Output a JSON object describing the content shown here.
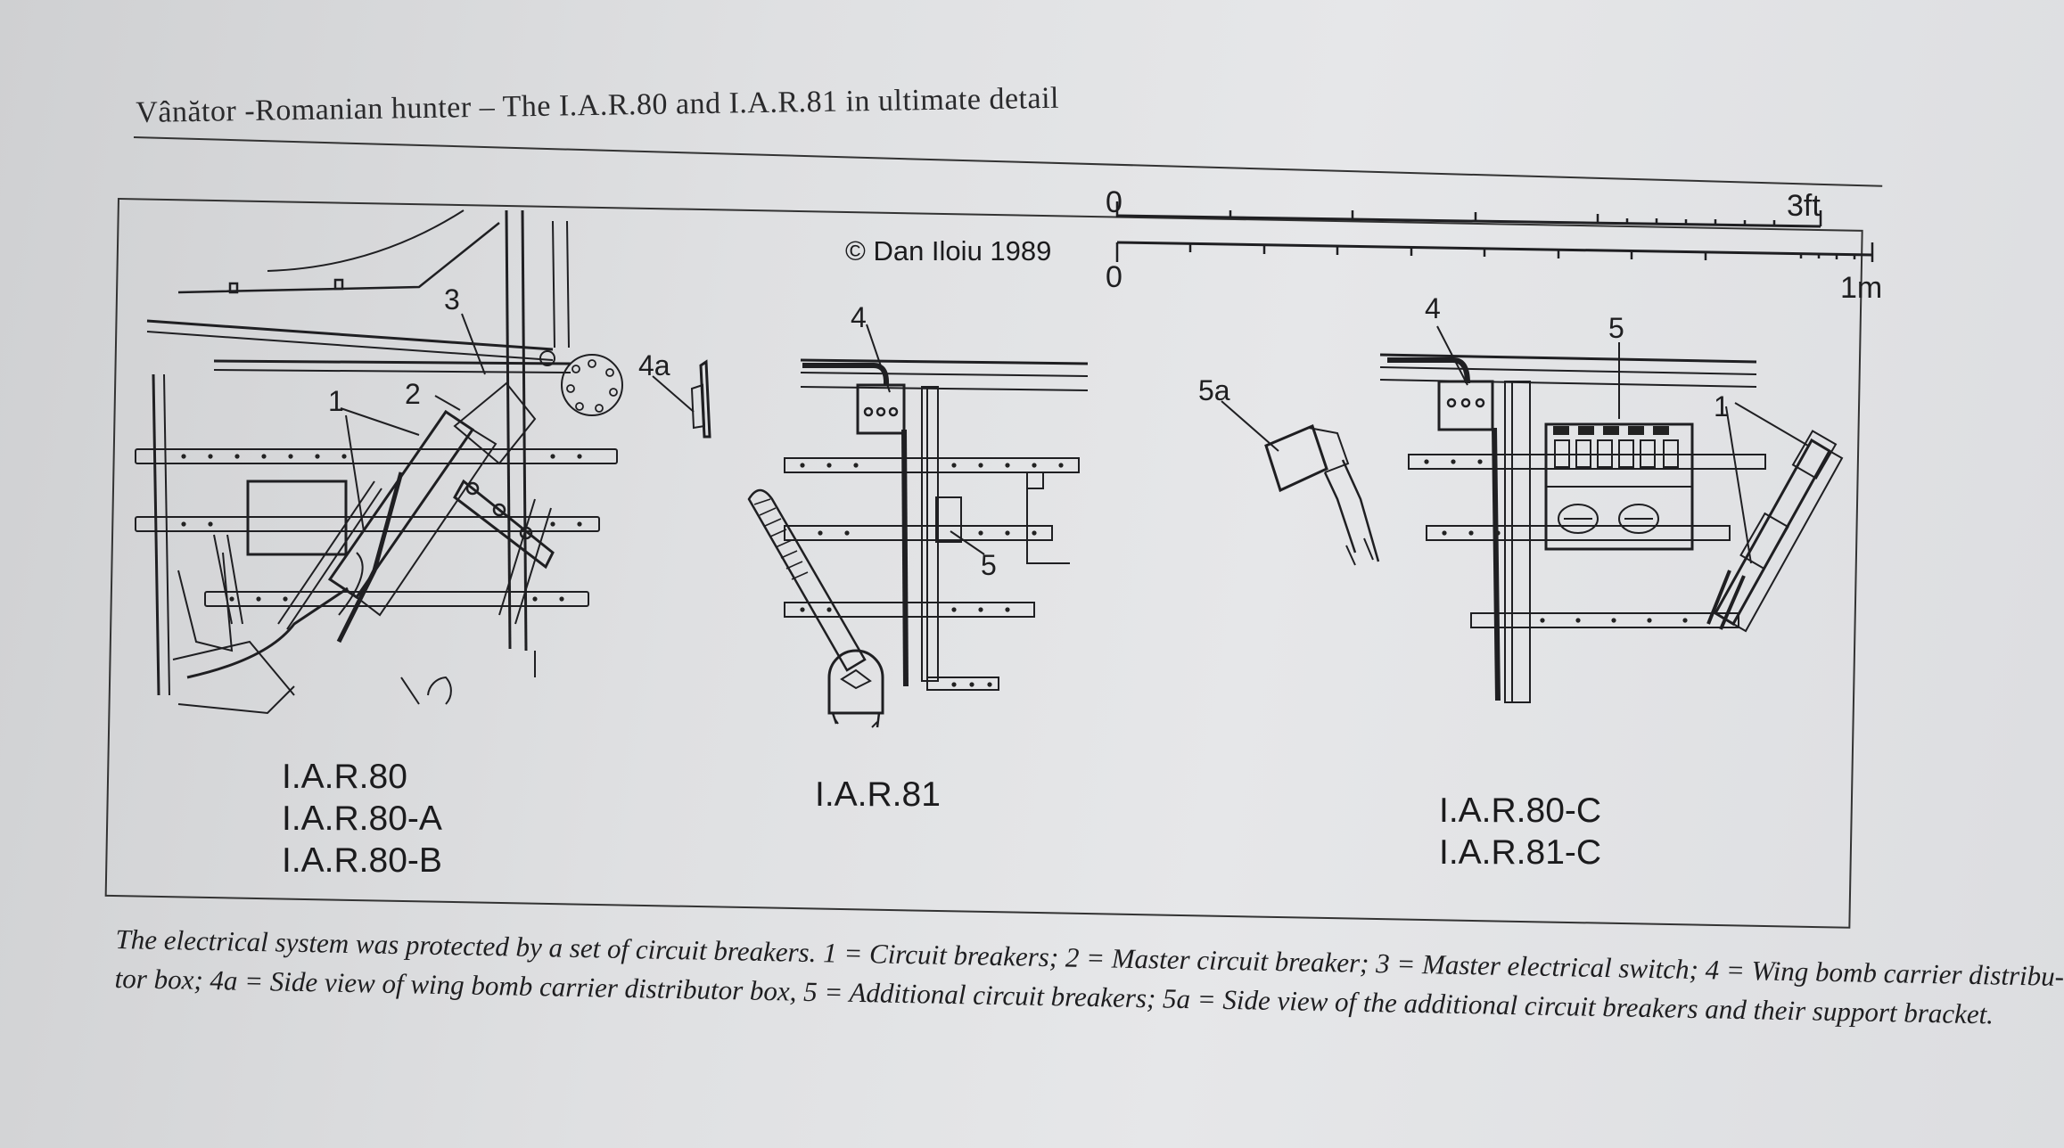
{
  "running_head": "Vânător -Romanian hunter – The I.A.R.80 and I.A.R.81 in ultimate detail",
  "figure": {
    "copyright": "© Dan Iloiu 1989",
    "scale": {
      "ft_start": "0",
      "ft_end": "3ft",
      "m_start": "0",
      "m_end": "1m"
    },
    "callouts": {
      "c1a": "1",
      "c2": "2",
      "c3": "3",
      "c4a_side": "4a",
      "c4_mid": "4",
      "c5_mid": "5",
      "c5a": "5a",
      "c4_right": "4",
      "c5_right": "5",
      "c1_right": "1"
    },
    "variants": {
      "left": [
        "I.A.R.80",
        "I.A.R.80-A",
        "I.A.R.80-B"
      ],
      "middle": [
        "I.A.R.81"
      ],
      "right": [
        "I.A.R.80-C",
        "I.A.R.81-C"
      ]
    }
  },
  "caption": {
    "line1": "The electrical system was protected by a set of circuit breakers. 1 = Circuit breakers; 2 = Master circuit breaker; 3 = Master electrical switch; 4 = Wing bomb carrier distribu-",
    "line2": "tor box; 4a = Side view of wing bomb carrier distributor box, 5 = Additional circuit breakers; 5a = Side view of the additional circuit breakers and their support bracket."
  }
}
